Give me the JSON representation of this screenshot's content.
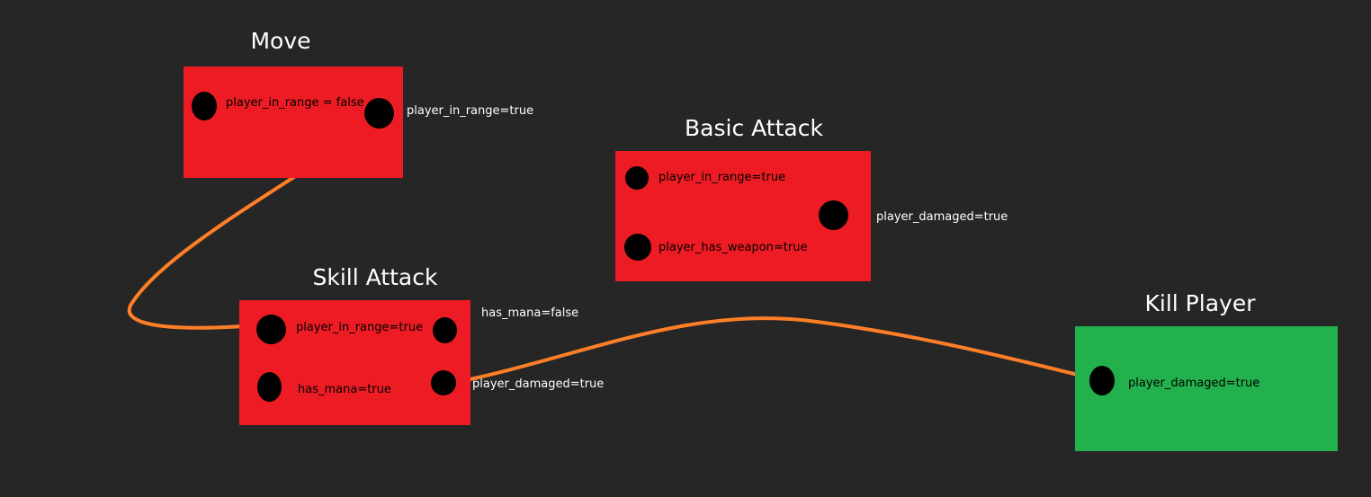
{
  "nodes": {
    "move": {
      "title": "Move",
      "color": "#ed1c24",
      "inputs": [
        "player_in_range = false"
      ],
      "outputs": [
        "player_in_range=true"
      ]
    },
    "basic_attack": {
      "title": "Basic Attack",
      "color": "#ed1c24",
      "inputs": [
        "player_in_range=true",
        "player_has_weapon=true"
      ],
      "outputs": [
        "player_damaged=true"
      ]
    },
    "skill_attack": {
      "title": "Skill Attack",
      "color": "#ed1c24",
      "inputs": [
        "player_in_range=true",
        "has_mana=true"
      ],
      "outputs": [
        "has_mana=false",
        "player_damaged=true"
      ]
    },
    "kill_player": {
      "title": "Kill Player",
      "color": "#22b14c",
      "inputs": [
        "player_damaged=true"
      ],
      "outputs": []
    }
  },
  "connections": [
    {
      "from": "move.output.player_in_range",
      "to": "skill_attack.input.player_in_range"
    },
    {
      "from": "skill_attack.output.player_damaged",
      "to": "kill_player.input.player_damaged"
    }
  ],
  "colors": {
    "background": "#262626",
    "wire": "#ff7f27",
    "socket": "#000000"
  }
}
